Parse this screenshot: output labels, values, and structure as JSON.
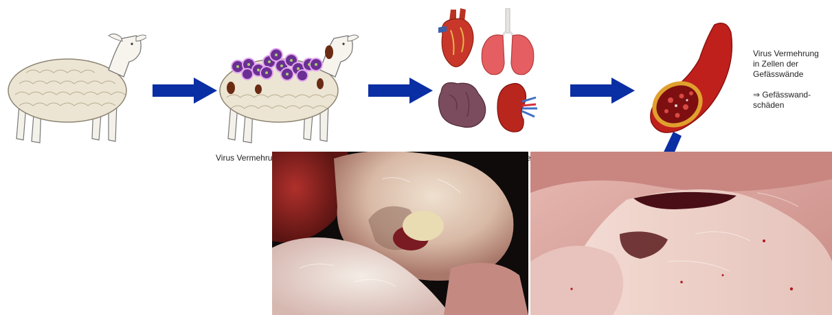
{
  "diagram": {
    "steps": [
      {
        "name": "healthy-sheep"
      },
      {
        "name": "infected-sheep"
      },
      {
        "name": "organs"
      },
      {
        "name": "blood-vessel"
      }
    ],
    "caption_left": "Virus Vermehru",
    "caption_right": "e",
    "side_note": {
      "line1": "Virus Vermehrung",
      "line2": "in Zellen der",
      "line3": "Gefässwände",
      "arrow_symbol": "⇒",
      "line4": "Gefässwand-",
      "line5": "schäden"
    },
    "colors": {
      "arrow": "#0a2ea3",
      "virus": "#7a3aa6",
      "lesion": "#6b2a12",
      "vessel": "#c0201c"
    }
  }
}
